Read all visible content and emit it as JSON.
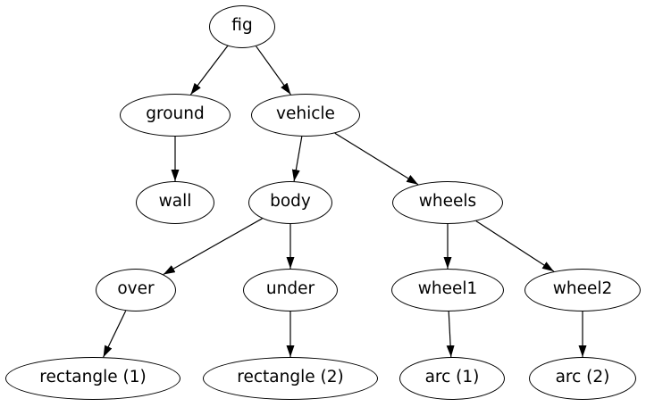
{
  "diagram": {
    "type": "tree-graph",
    "background_color": "#ffffff",
    "node_fill_color": "#ffffff",
    "node_border_color": "#000000",
    "edge_color": "#000000",
    "node_shape": "ellipse",
    "nodes": [
      {
        "id": "fig",
        "label": "fig"
      },
      {
        "id": "ground",
        "label": "ground"
      },
      {
        "id": "vehicle",
        "label": "vehicle"
      },
      {
        "id": "wall",
        "label": "wall"
      },
      {
        "id": "body",
        "label": "body"
      },
      {
        "id": "wheels",
        "label": "wheels"
      },
      {
        "id": "over",
        "label": "over"
      },
      {
        "id": "under",
        "label": "under"
      },
      {
        "id": "wheel1",
        "label": "wheel1"
      },
      {
        "id": "wheel2",
        "label": "wheel2"
      },
      {
        "id": "rectangle1",
        "label": "rectangle (1)"
      },
      {
        "id": "rectangle2",
        "label": "rectangle (2)"
      },
      {
        "id": "arc1",
        "label": "arc (1)"
      },
      {
        "id": "arc2",
        "label": "arc (2)"
      }
    ],
    "edges": [
      {
        "from": "fig",
        "to": "ground"
      },
      {
        "from": "fig",
        "to": "vehicle"
      },
      {
        "from": "ground",
        "to": "wall"
      },
      {
        "from": "vehicle",
        "to": "body"
      },
      {
        "from": "vehicle",
        "to": "wheels"
      },
      {
        "from": "body",
        "to": "over"
      },
      {
        "from": "body",
        "to": "under"
      },
      {
        "from": "wheels",
        "to": "wheel1"
      },
      {
        "from": "wheels",
        "to": "wheel2"
      },
      {
        "from": "over",
        "to": "rectangle1"
      },
      {
        "from": "under",
        "to": "rectangle2"
      },
      {
        "from": "wheel1",
        "to": "arc1"
      },
      {
        "from": "wheel2",
        "to": "arc2"
      }
    ]
  }
}
